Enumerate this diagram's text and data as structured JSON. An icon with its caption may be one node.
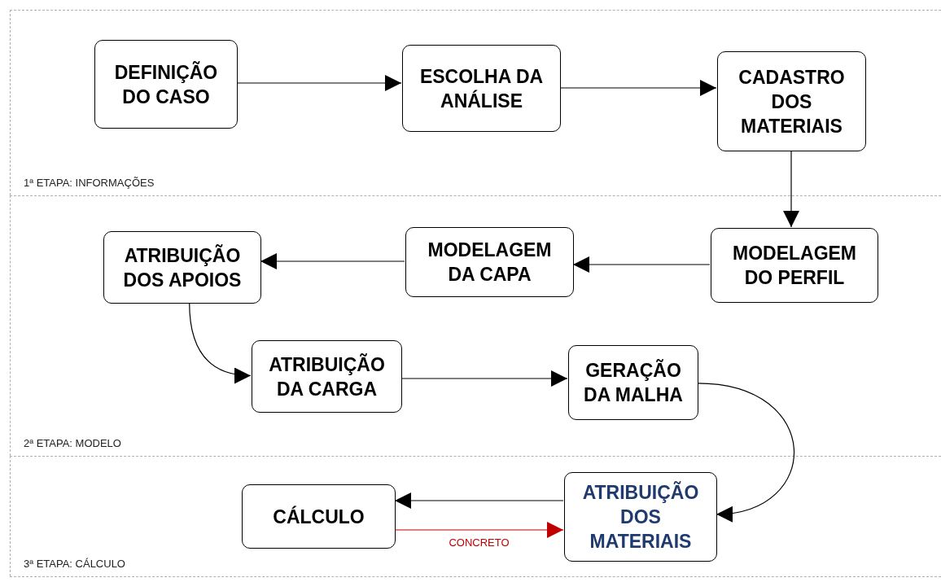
{
  "diagram": {
    "nodes": [
      {
        "text": [
          "1ª ETAPA: INFORMAÇÕES"
        ]
      },
      {
        "text": [
          "DEFINIÇÃO DO CASO"
        ],
        "in": 0
      },
      {
        "text": [
          "ESCOLHA DA ANÁLISE"
        ],
        "in": 0
      },
      {
        "text": [
          "CADASTRO DOS MATERIAIS"
        ],
        "in": 0
      },
      {
        "text": [
          "2ª ETAPA: MODELO"
        ]
      },
      {
        "text": [
          "ATRIBUIÇÃO DOS APOIOS"
        ],
        "in": 4
      },
      {
        "text": [
          "MODELAGEM DA CAPA"
        ],
        "in": 4
      },
      {
        "text": [
          "MODELAGEM DO PERFIL"
        ],
        "in": 4
      },
      {
        "text": [
          "ATRIBUIÇÃO DA CARGA"
        ],
        "in": 4
      },
      {
        "text": [
          "GERAÇÃO DA MALHA"
        ],
        "in": 4
      },
      {
        "text": [
          "3ª ETAPA: CÁLCULO"
        ]
      },
      {
        "text": [
          "CÁLCULO"
        ],
        "in": 10
      },
      {
        "text": [
          "ATRIBUIÇÃO DOS MATERIAIS"
        ],
        "in": 10
      }
    ],
    "edges": [
      {
        "from": 1,
        "to": 2,
        "arrow": "to"
      },
      {
        "from": 2,
        "to": 3,
        "arrow": "to"
      },
      {
        "from": 3,
        "to": 7,
        "arrow": "to"
      },
      {
        "from": 7,
        "to": 6,
        "arrow": "to"
      },
      {
        "from": 6,
        "to": 5,
        "arrow": "to"
      },
      {
        "from": 5,
        "to": 8,
        "arrow": "to"
      },
      {
        "from": 8,
        "to": 9,
        "arrow": "to"
      },
      {
        "from": 9,
        "to": 12,
        "arrow": "to"
      },
      {
        "from": 12,
        "to": 11,
        "arrow": "to"
      },
      {
        "from": 11,
        "to": 12,
        "arrow": "to",
        "label": "CONCRETO",
        "color": "#c00000"
      }
    ]
  }
}
